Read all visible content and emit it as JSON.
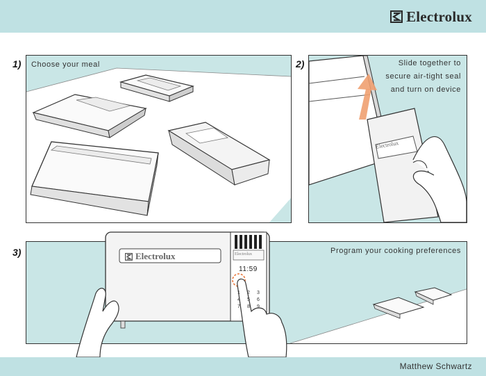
{
  "header": {
    "brand": "Electrolux",
    "brand_icon": "electrolux-logo-icon",
    "bar_color": "#bfe1e3"
  },
  "steps": [
    {
      "number": "1)",
      "caption": "Choose your meal"
    },
    {
      "number": "2)",
      "caption_lines": [
        "Slide together to",
        "secure air-tight seal",
        "and turn on device"
      ]
    },
    {
      "number": "3)",
      "caption": "Program your cooking preferences"
    }
  ],
  "device": {
    "brand_label": "Electrolux",
    "screen_brand": "Electrolux",
    "time": "11:59",
    "keys": [
      "1",
      "2",
      "3",
      "4",
      "5",
      "6",
      "7",
      "8",
      "9"
    ]
  },
  "footer": {
    "author": "Matthew Schwartz"
  },
  "colors": {
    "panel_bg": "#c9e6e6",
    "arrow": "#f0a070",
    "press_highlight": "#e8763a"
  }
}
